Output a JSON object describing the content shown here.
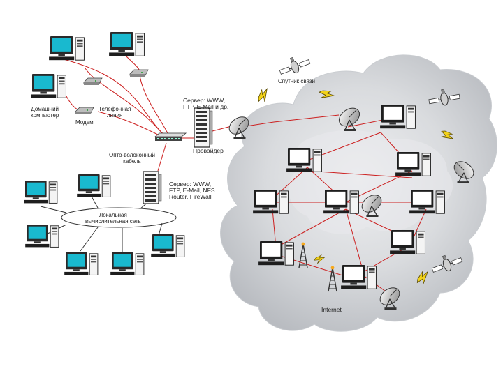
{
  "labels": {
    "home_computer": [
      "Домашний",
      "компьютер"
    ],
    "modem": "Модем",
    "phone_line": [
      "Телефонная",
      "линия"
    ],
    "server_isp": [
      "Сервер: WWW,",
      "FTP, E-Mail и др."
    ],
    "provider": "Провайдер",
    "fiber_cable": [
      "Опто-волоконный",
      "кабель"
    ],
    "server_lan": [
      "Сервер: WWW,",
      "FTP, E-Mail, NFS",
      "Router, FireWall"
    ],
    "lan": [
      "Локальная",
      "вычислительная сеть"
    ],
    "satellite_link": "Спутник связи",
    "internet": "Internet"
  },
  "colors": {
    "link_red": "#cc1f1f",
    "line_dark": "#333333",
    "monitor_screen": "#19b9cf",
    "cloud_fill": "#cfd2d6",
    "device_gray": "#bdbdbd"
  }
}
